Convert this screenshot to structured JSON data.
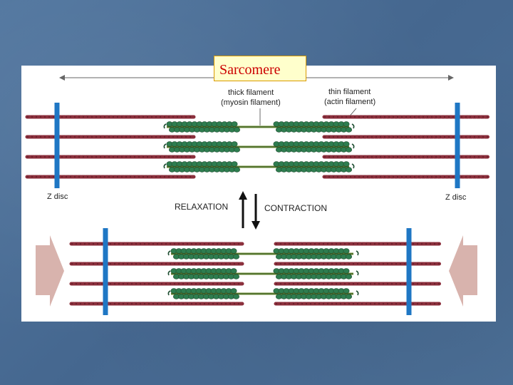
{
  "title": "Sarcomere",
  "labels": {
    "thick_filament": "thick filament",
    "myosin_filament": "(myosin filament)",
    "thin_filament": "thin filament",
    "actin_filament": "(actin filament)",
    "z_disc_left": "Z disc",
    "z_disc_right": "Z disc",
    "relaxation": "RELAXATION",
    "contraction": "CONTRACTION"
  },
  "colors": {
    "background": "#4a6d95",
    "panel": "#ffffff",
    "title_box_fill": "#ffffcc",
    "title_box_border": "#d99a00",
    "title_text": "#cc0000",
    "z_disc": "#1f77c4",
    "actin": "#8b2f3c",
    "myosin": "#2e7d4f",
    "force_arrow": "#d8b3ad",
    "direction_arrow": "#111111"
  },
  "icons": {
    "direction": "up-down-arrows-icon",
    "force": "inward-arrow-icon"
  }
}
